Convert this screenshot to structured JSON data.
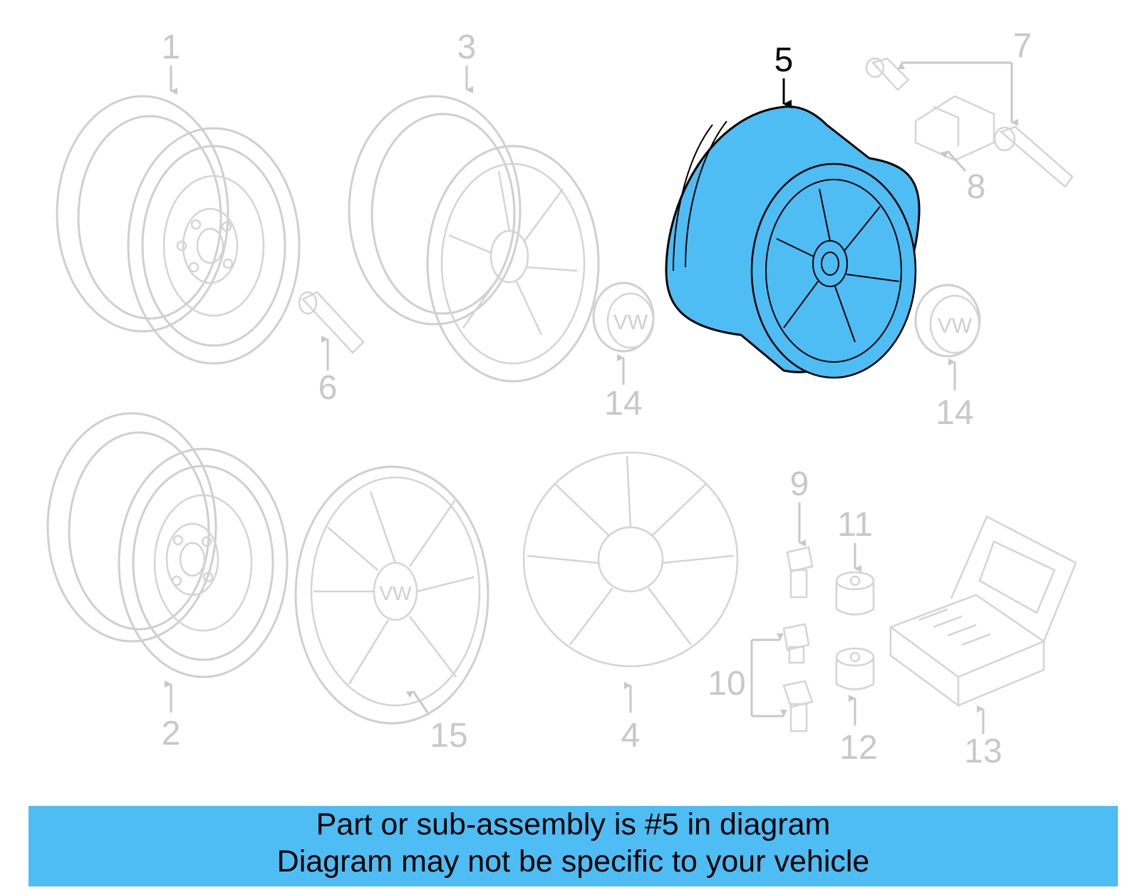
{
  "diagram": {
    "highlight_color": "#4dbdf4",
    "callouts": [
      "1",
      "2",
      "3",
      "4",
      "5",
      "6",
      "7",
      "8",
      "9",
      "10",
      "11",
      "12",
      "13",
      "14",
      "14",
      "15"
    ],
    "selected": "5"
  },
  "banner": {
    "line1": "Part or sub-assembly is #5 in diagram",
    "line2": "Diagram may not be specific to your vehicle",
    "color": "#4dbdf4"
  }
}
